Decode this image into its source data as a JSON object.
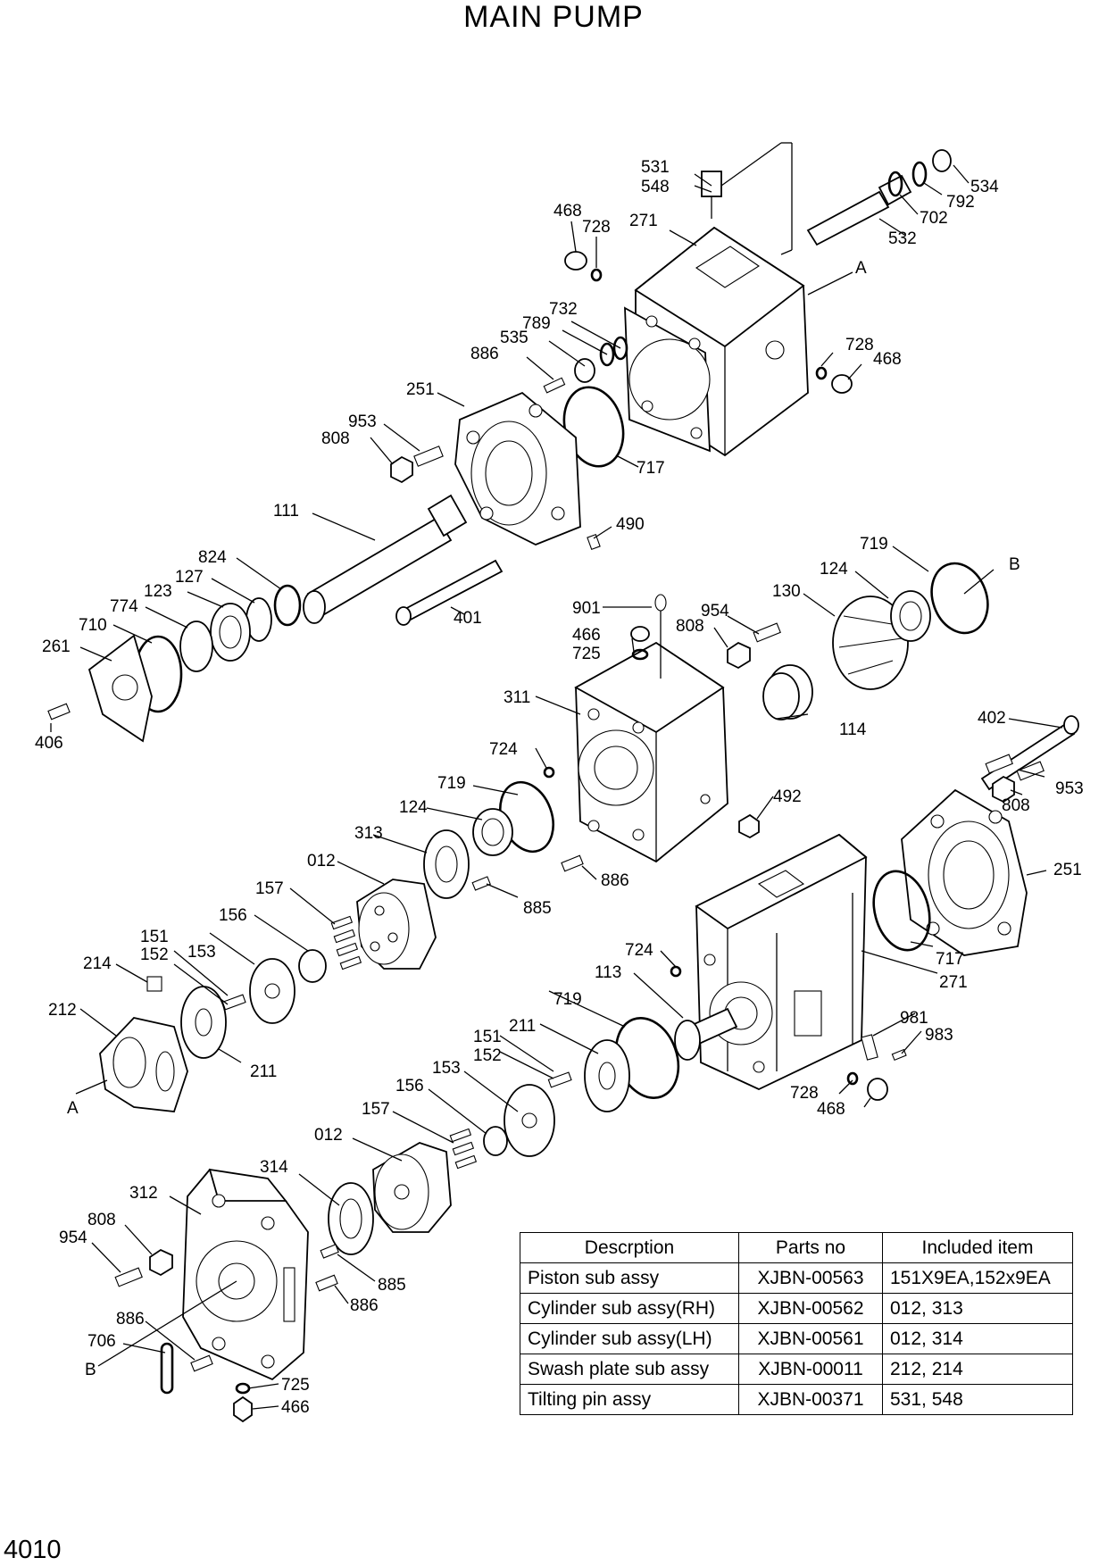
{
  "title": "MAIN PUMP",
  "page_number": "4010",
  "table": {
    "headers": [
      "Descrption",
      "Parts no",
      "Included item"
    ],
    "rows": [
      {
        "description": "Piston sub assy",
        "part_no": "XJBN-00563",
        "included": "151X9EA,152x9EA"
      },
      {
        "description": "Cylinder sub assy(RH)",
        "part_no": "XJBN-00562",
        "included": "012, 313"
      },
      {
        "description": "Cylinder sub assy(LH)",
        "part_no": "XJBN-00561",
        "included": "012, 314"
      },
      {
        "description": "Swash plate sub assy",
        "part_no": "XJBN-00011",
        "included": "212, 214"
      },
      {
        "description": "Tilting pin assy",
        "part_no": "XJBN-00371",
        "included": "531, 548"
      }
    ]
  },
  "callouts": {
    "c531": "531",
    "c548": "548",
    "c534": "534",
    "c792": "792",
    "c702": "702",
    "c532": "532",
    "c468a": "468",
    "c728a": "728",
    "c271a": "271",
    "cA1": "A",
    "c732": "732",
    "c789": "789",
    "c535": "535",
    "c886a": "886",
    "c728b": "728",
    "c468b": "468",
    "c251a": "251",
    "c953a": "953",
    "c808a": "808",
    "c717a": "717",
    "c111": "111",
    "c490": "490",
    "c824": "824",
    "c127": "127",
    "c123": "123",
    "c774": "774",
    "c710": "710",
    "c261": "261",
    "c406": "406",
    "c401": "401",
    "c719a": "719",
    "cB1": "B",
    "c124a": "124",
    "c130": "130",
    "c901": "901",
    "c954a": "954",
    "c808b": "808",
    "c466a": "466",
    "c725a": "725",
    "c311": "311",
    "c114": "114",
    "c402": "402",
    "c724a": "724",
    "c953b": "953",
    "c808c": "808",
    "c492": "492",
    "c719b": "719",
    "c124b": "124",
    "c313": "313",
    "c012a": "012",
    "c886b": "886",
    "c885a": "885",
    "c251b": "251",
    "c157a": "157",
    "c156a": "156",
    "c151a": "151",
    "c152a": "152",
    "c153a": "153",
    "c214": "214",
    "c212": "212",
    "cA2": "A",
    "c211a": "211",
    "c724b": "724",
    "c113": "113",
    "c717b": "717",
    "c271b": "271",
    "c719c": "719",
    "c211b": "211",
    "c151b": "151",
    "c152b": "152",
    "c981": "981",
    "c983": "983",
    "c728c": "728",
    "c468c": "468",
    "c153b": "153",
    "c156b": "156",
    "c157b": "157",
    "c012b": "012",
    "c314": "314",
    "c312": "312",
    "c808d": "808",
    "c954b": "954",
    "c885b": "885",
    "c886c": "886",
    "c886d": "886",
    "c706": "706",
    "cB2": "B",
    "c725b": "725",
    "c466b": "466"
  }
}
